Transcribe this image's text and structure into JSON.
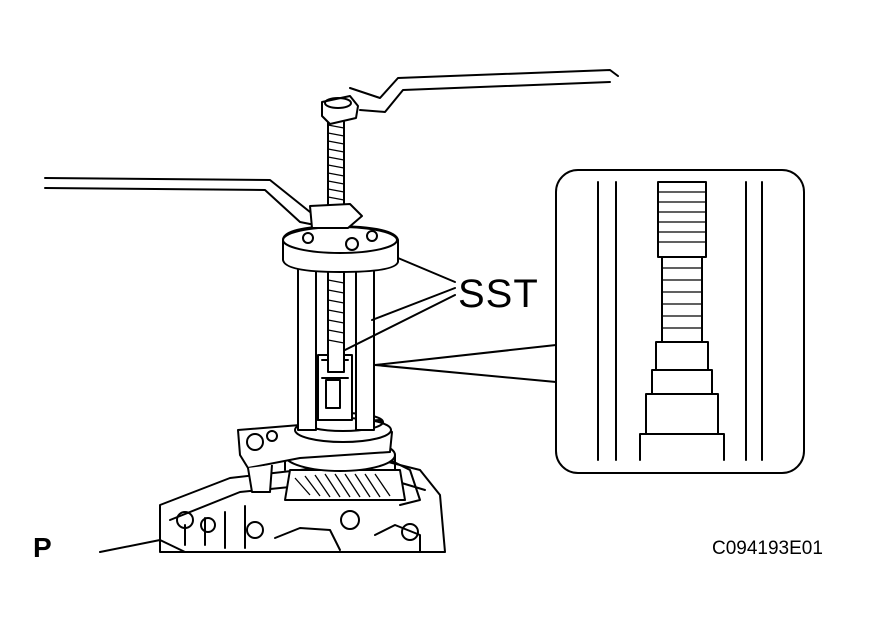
{
  "figure": {
    "callout_label": "SST",
    "position_mark": "P",
    "figure_code": "C094193E01"
  }
}
